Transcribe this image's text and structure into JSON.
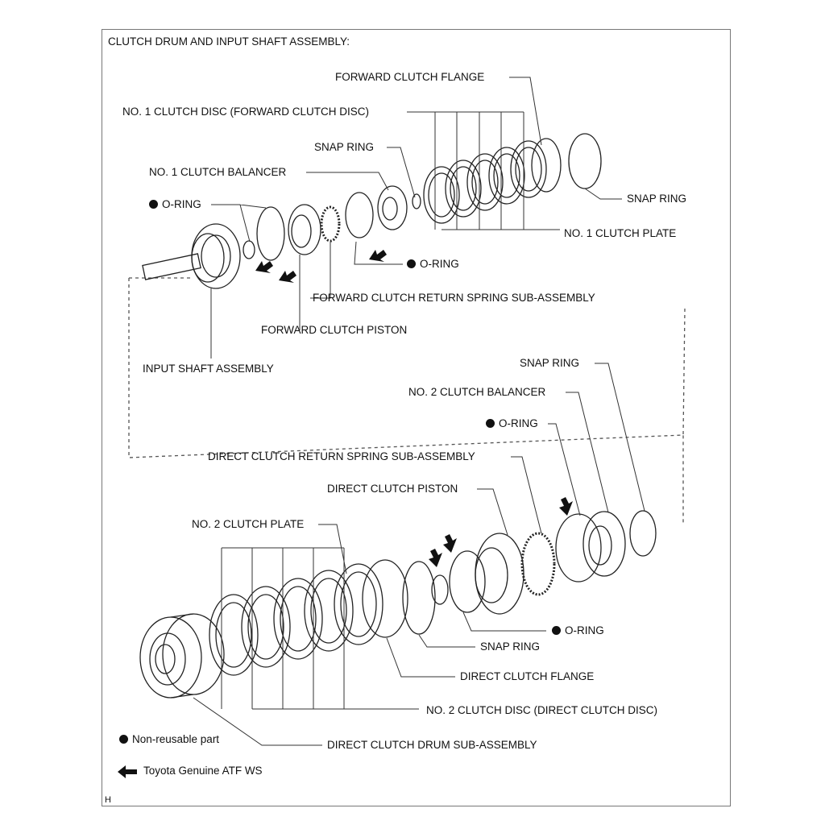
{
  "title": "CLUTCH DRUM AND INPUT SHAFT ASSEMBLY:",
  "upper_labels": {
    "forward_clutch_flange": "FORWARD CLUTCH FLANGE",
    "no1_clutch_disc": "NO. 1 CLUTCH DISC (FORWARD CLUTCH DISC)",
    "snap_ring_a": "SNAP RING",
    "no1_clutch_balancer": "NO. 1 CLUTCH BALANCER",
    "o_ring_a": "O-RING",
    "snap_ring_b": "SNAP RING",
    "no1_clutch_plate": "NO. 1 CLUTCH PLATE",
    "o_ring_b": "O-RING",
    "forward_return_spring": "FORWARD CLUTCH RETURN SPRING SUB-ASSEMBLY",
    "forward_clutch_piston": "FORWARD CLUTCH PISTON",
    "input_shaft": "INPUT SHAFT ASSEMBLY"
  },
  "lower_labels": {
    "snap_ring_c": "SNAP RING",
    "no2_clutch_balancer": "NO. 2 CLUTCH BALANCER",
    "o_ring_c": "O-RING",
    "direct_return_spring": "DIRECT CLUTCH RETURN SPRING SUB-ASSEMBLY",
    "direct_clutch_piston": "DIRECT CLUTCH PISTON",
    "no2_clutch_plate": "NO. 2 CLUTCH PLATE",
    "o_ring_d": "O-RING",
    "snap_ring_d": "SNAP RING",
    "direct_clutch_flange": "DIRECT CLUTCH FLANGE",
    "no2_clutch_disc": "NO. 2 CLUTCH DISC (DIRECT CLUTCH DISC)",
    "direct_clutch_drum": "DIRECT CLUTCH DRUM SUB-ASSEMBLY"
  },
  "legend": {
    "non_reusable": "Non-reusable part",
    "atf": "Toyota Genuine ATF WS"
  },
  "corner_mark": "H"
}
